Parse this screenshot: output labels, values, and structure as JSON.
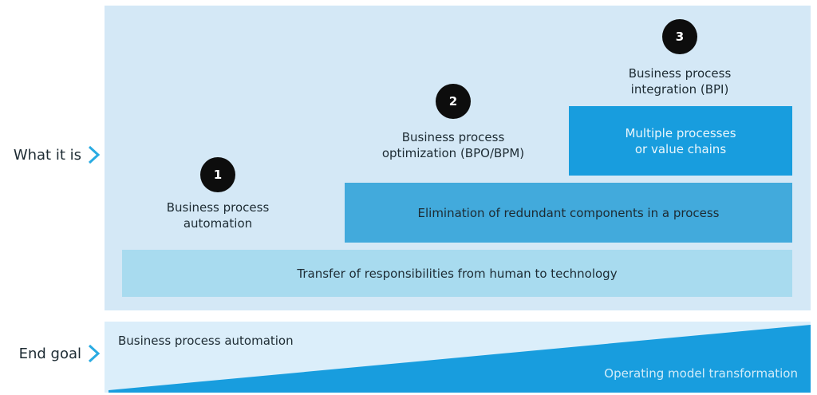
{
  "side_labels": {
    "what_it_is": "What it is",
    "end_goal": "End goal"
  },
  "steps": [
    {
      "number": "1",
      "line1": "Business process",
      "line2": "automation"
    },
    {
      "number": "2",
      "line1": "Business process",
      "line2": "optimization (BPO/BPM)"
    },
    {
      "number": "3",
      "line1": "Business process",
      "line2": "integration (BPI)"
    }
  ],
  "bars": {
    "multiple": {
      "line1": "Multiple processes",
      "line2": "or value chains"
    },
    "elimination": "Elimination of redundant components in a process",
    "transfer": "Transfer of responsibilities from human to technology"
  },
  "end_goal": {
    "start_label": "Business process automation",
    "end_label": "Operating model transformation"
  },
  "colors": {
    "panel_bg": "#d4e8f6",
    "bottom_panel_bg": "#dbeefa",
    "bright_blue": "#189dde",
    "medium_blue": "#42aadc",
    "light_blue_bar": "#a8dbef",
    "chevron_blue": "#29abe2",
    "dark_text": "#1d2b33",
    "circle_black": "#0d0d0d",
    "white_text": "#e9f6fc"
  }
}
